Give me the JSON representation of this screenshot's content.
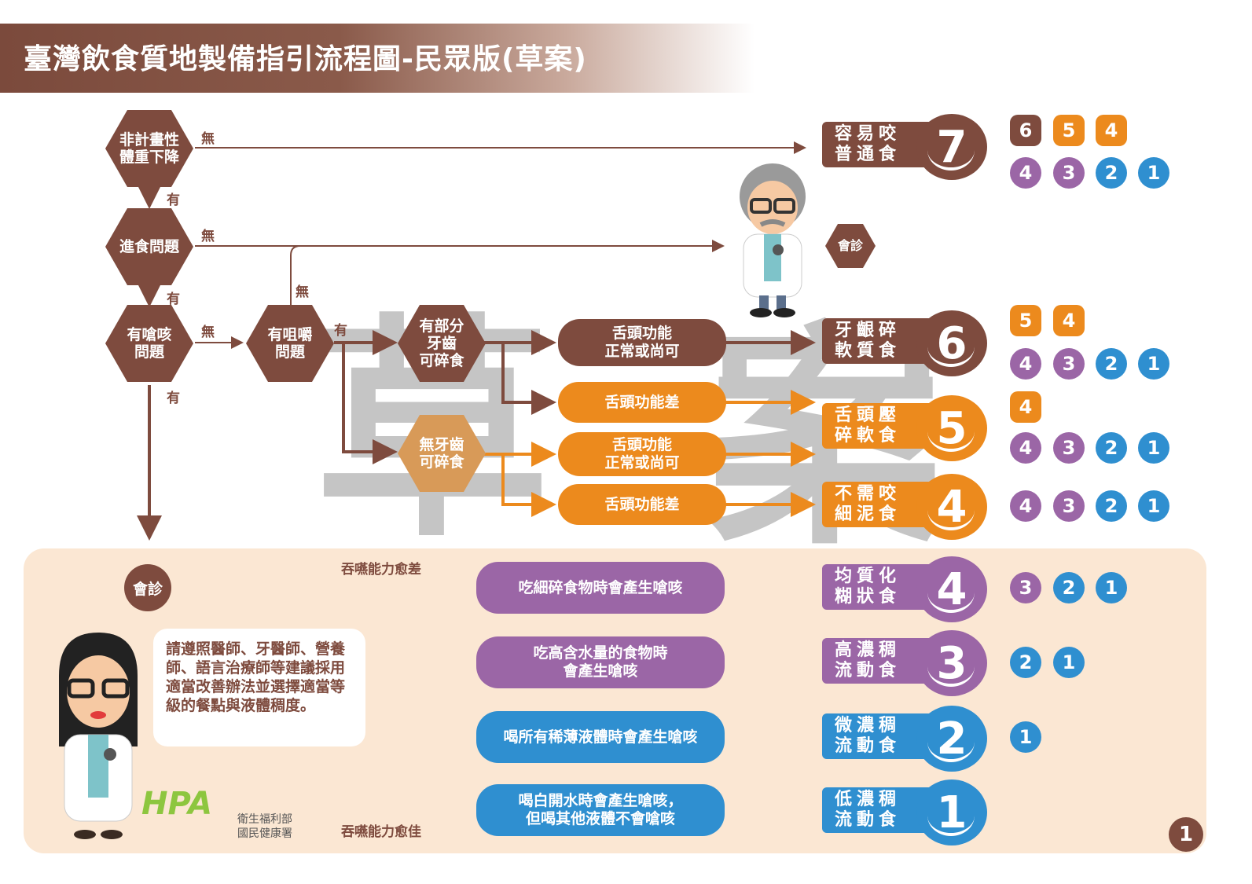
{
  "title": "臺灣飲食質地製備指引流程圖-民眾版(草案)",
  "watermark": [
    "草",
    "案"
  ],
  "nodes": {
    "weight_loss": "非計畫性\n體重下降",
    "eating_problem": "進食問題",
    "choking": "有嗆咳\n問題",
    "chewing": "有咀嚼\n問題",
    "partial_teeth": "有部分\n牙齒\n可碎食",
    "no_teeth": "無牙齒\n可碎食",
    "consult_top": "會診",
    "consult_bottom": "會診"
  },
  "edge_labels": {
    "none1": "無",
    "yes1": "有",
    "none2": "無",
    "yes2": "有",
    "none3": "無",
    "yes3": "有",
    "none4": "無",
    "yes4": "有",
    "worse": "吞嚥能力愈差",
    "better": "吞嚥能力愈佳"
  },
  "tongue": {
    "normal1": "舌頭功能\n正常或尚可",
    "poor1": "舌頭功能差",
    "normal2": "舌頭功能\n正常或尚可",
    "poor2": "舌頭功能差"
  },
  "symptoms": {
    "s4": "吃細碎食物時會產生嗆咳",
    "s3": "吃高含水量的食物時\n會產生嗆咳",
    "s2": "喝所有稀薄液體時會產生嗆咳",
    "s1": "喝白開水時會產生嗆咳，\n但喝其他液體不會嗆咳"
  },
  "levels": [
    {
      "name1": "容易咬",
      "name2": "普通食",
      "num": "7",
      "color": "#7e4b3e"
    },
    {
      "name1": "牙齦碎",
      "name2": "軟質食",
      "num": "6",
      "color": "#7e4b3e"
    },
    {
      "name1": "舌頭壓",
      "name2": "碎軟食",
      "num": "5",
      "color": "#ec8a1d"
    },
    {
      "name1": "不需咬",
      "name2": "細泥食",
      "num": "4",
      "color": "#ec8a1d"
    },
    {
      "name1": "均質化",
      "name2": "糊狀食",
      "num": "4",
      "color": "#9b66a6"
    },
    {
      "name1": "高濃稠",
      "name2": "流動食",
      "num": "3",
      "color": "#9b66a6"
    },
    {
      "name1": "微濃稠",
      "name2": "流動食",
      "num": "2",
      "color": "#2f8fd0"
    },
    {
      "name1": "低濃稠",
      "name2": "流動食",
      "num": "1",
      "color": "#2f8fd0"
    }
  ],
  "icon_rows": {
    "r7a": [
      "6",
      "5",
      "4"
    ],
    "r7b": [
      "4",
      "3",
      "2",
      "1"
    ],
    "r6a": [
      "5",
      "4"
    ],
    "r6b": [
      "4",
      "3",
      "2",
      "1"
    ],
    "r5a": [
      "4"
    ],
    "r5b": [
      "4",
      "3",
      "2",
      "1"
    ],
    "r4": [
      "4",
      "3",
      "2",
      "1"
    ],
    "rp4": [
      "3",
      "2",
      "1"
    ],
    "rp3": [
      "2",
      "1"
    ],
    "rp2": [
      "1"
    ]
  },
  "advice": "請遵照醫師、牙醫師、營養師、語言治療師等建議採用適當改善辦法並選擇適當等級的餐點與液體稠度。",
  "logo": {
    "mark": "HPA",
    "org1": "衛生福利部",
    "org2": "國民健康署"
  },
  "page_number": "1",
  "colors": {
    "brown": "#7e4b3e",
    "orange": "#ec8a1d",
    "purple": "#9b66a6",
    "blue": "#2f8fd0",
    "bottom_bg": "#fbe7d3"
  },
  "icons": [
    "doctor-male-illustration",
    "doctor-female-illustration",
    "hpa-logo-icon",
    "stethoscope-icon"
  ]
}
